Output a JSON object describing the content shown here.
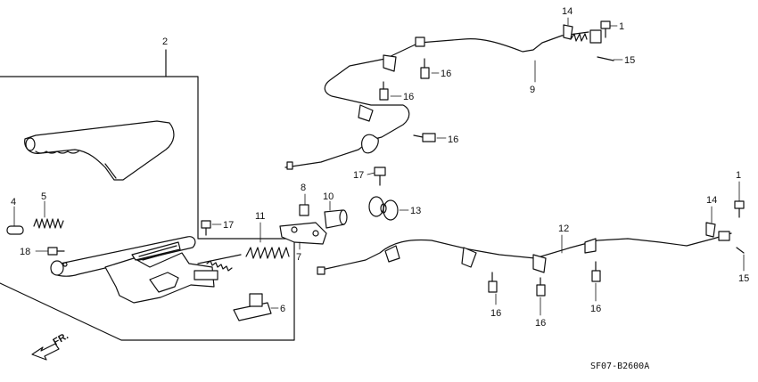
{
  "diagram": {
    "code": "SF07-B2600A",
    "direction_label": "FR.",
    "callouts": {
      "c2": "2",
      "c4": "4",
      "c5": "5",
      "c18": "18",
      "c17a": "17",
      "c11": "11",
      "c6": "6",
      "c7": "7",
      "c8": "8",
      "c10": "10",
      "c17b": "17",
      "c13": "13",
      "c14a": "14",
      "c1a": "1",
      "c15a": "15",
      "c9": "9",
      "c16a": "16",
      "c16b": "16",
      "c16c": "16",
      "c12": "12",
      "c14b": "14",
      "c1b": "1",
      "c15b": "15",
      "c16d": "16",
      "c16e": "16",
      "c16f": "16"
    }
  }
}
